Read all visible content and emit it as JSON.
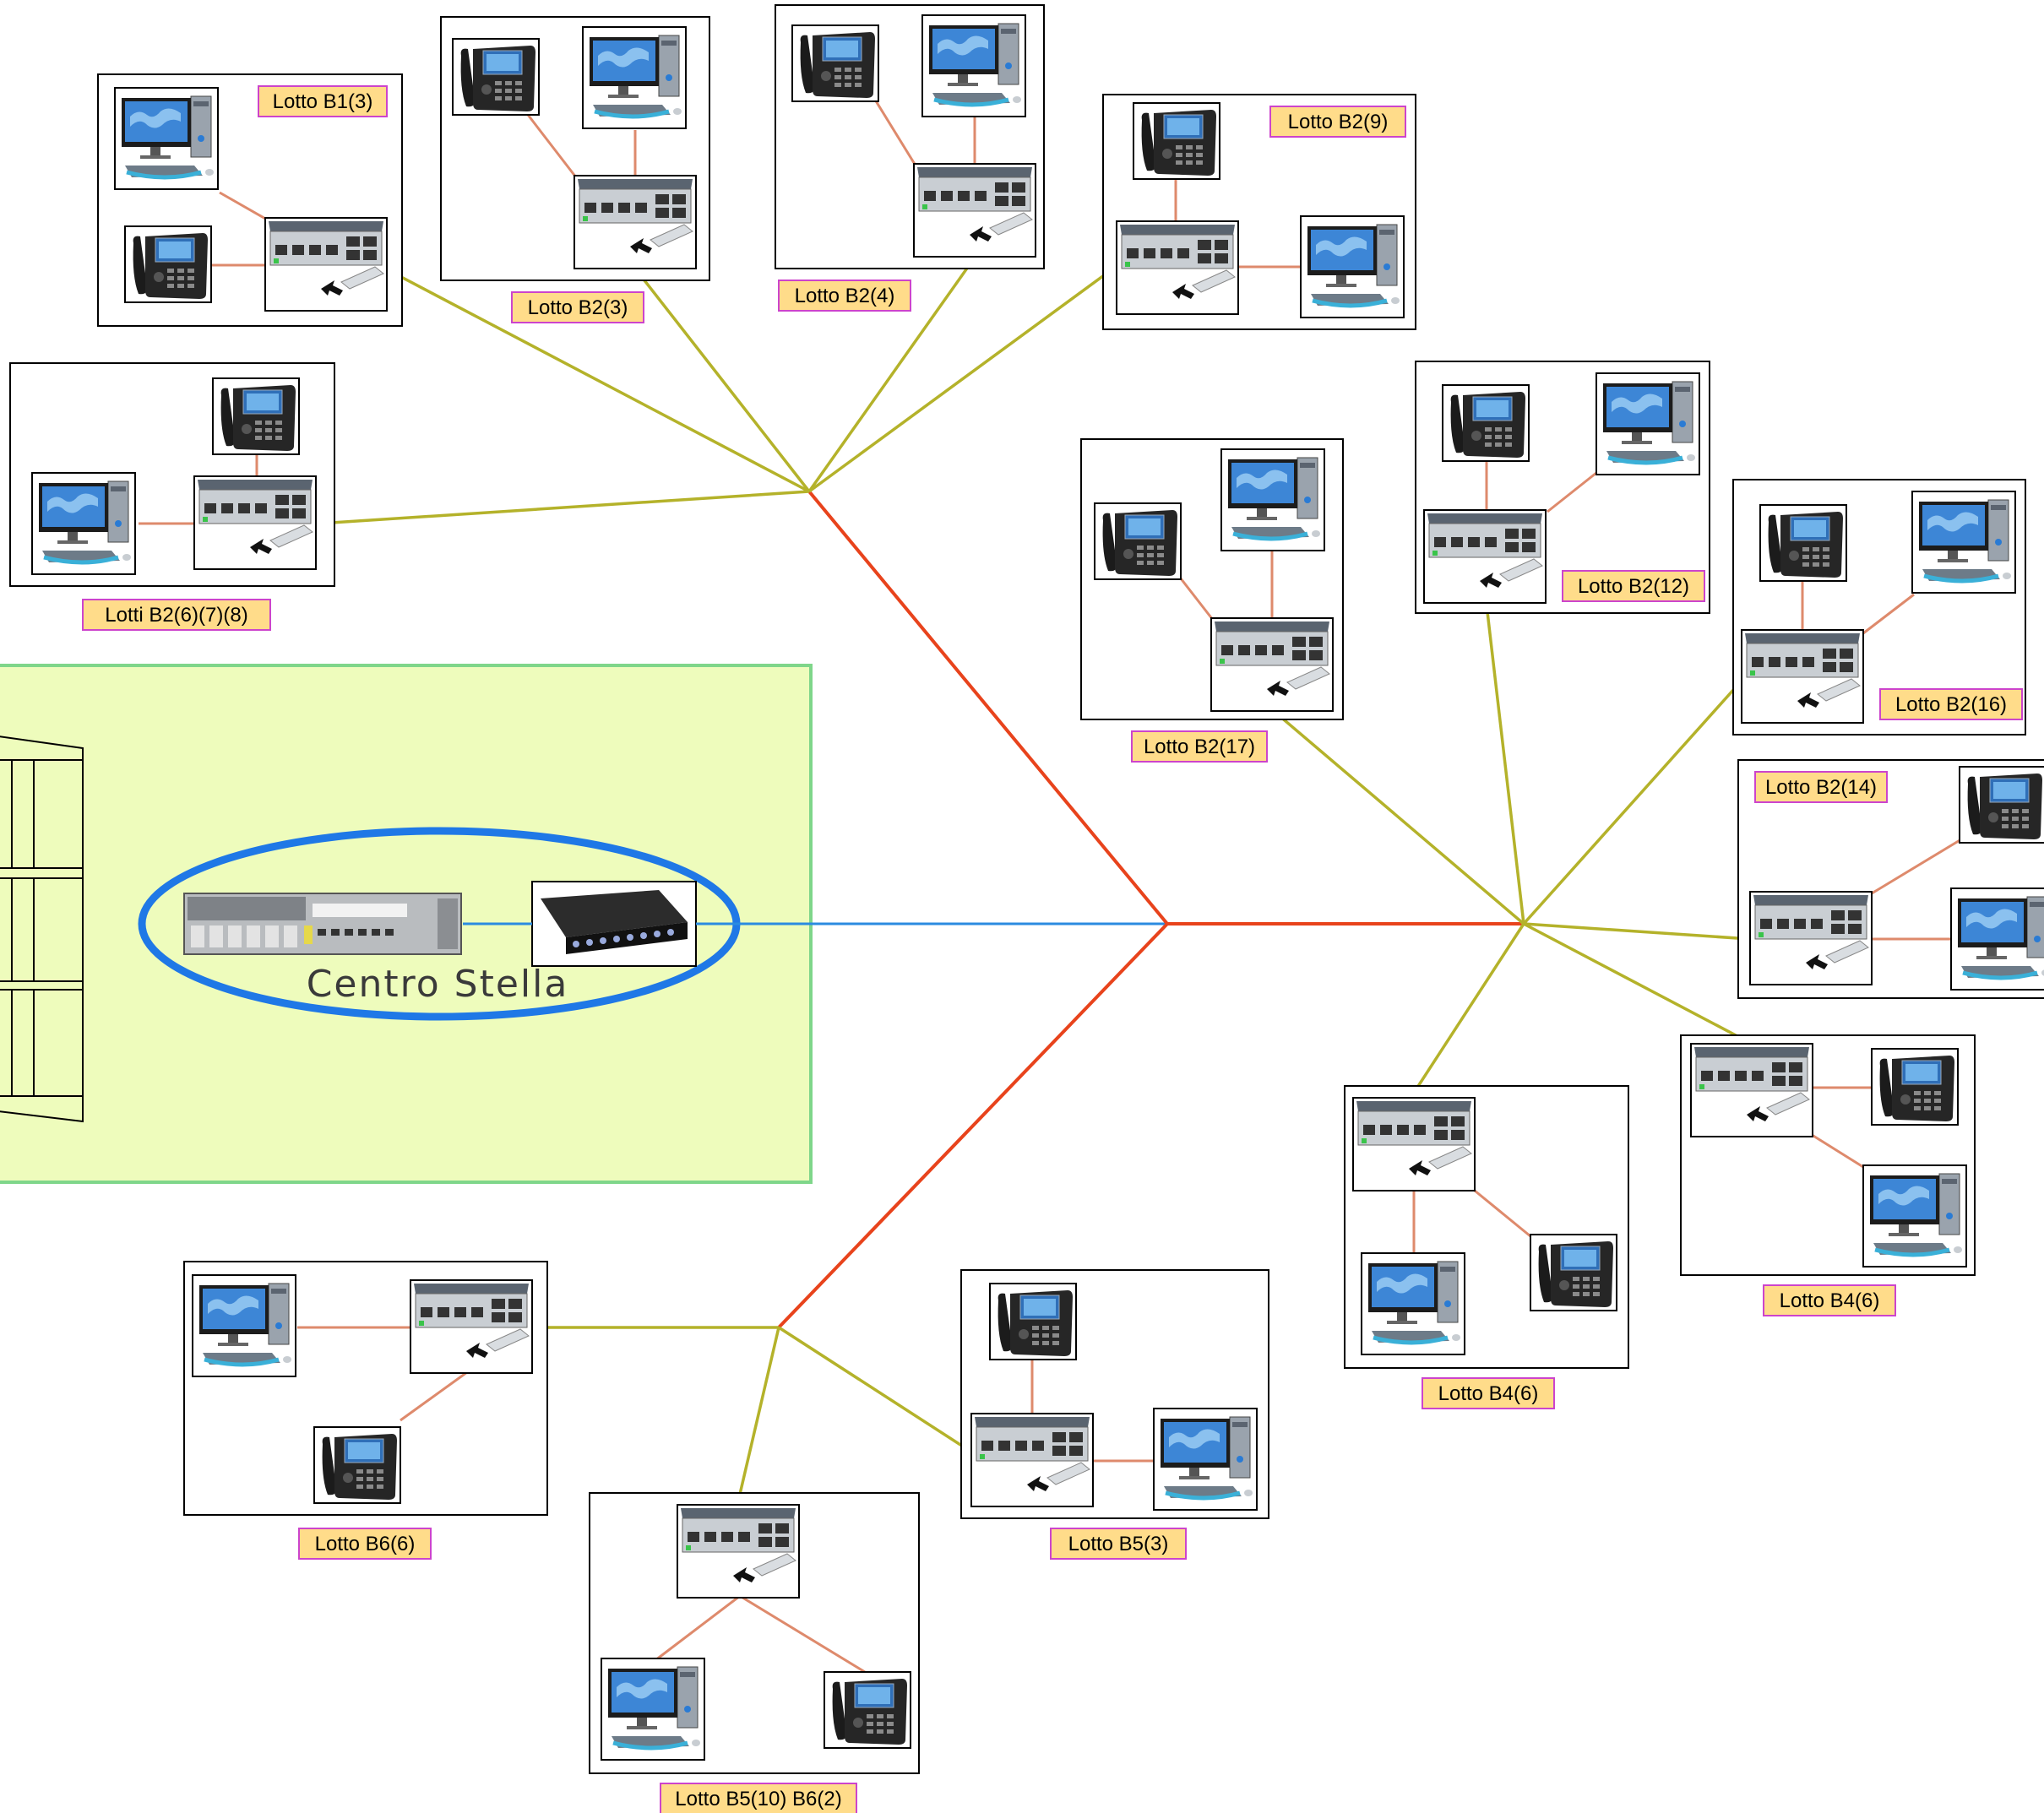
{
  "colors": {
    "background": "#ffffff",
    "zone_fill": "#eefcbc",
    "zone_border": "#7fd68a",
    "backbone": "#e8431c",
    "branch": "#b4b22a",
    "uplink": "#2b8be0",
    "device_link": "#de8a6c",
    "ellipse": "#1f78e6",
    "label_fill": "#ffdc8a",
    "label_border": "#cc44cc"
  },
  "center": {
    "label": "Centro Stella",
    "devices": [
      "router-chassis",
      "fiber-patch-panel"
    ]
  },
  "lots": [
    {
      "id": "lotto-b1-3",
      "label": "Lotto B1(3)"
    },
    {
      "id": "lotto-b2-3",
      "label": "Lotto B2(3)"
    },
    {
      "id": "lotto-b2-4",
      "label": "Lotto B2(4)"
    },
    {
      "id": "lotto-b2-9",
      "label": "Lotto B2(9)"
    },
    {
      "id": "lotti-b2-6-7-8",
      "label": "Lotti B2(6)(7)(8)"
    },
    {
      "id": "lotto-b2-17",
      "label": "Lotto B2(17)"
    },
    {
      "id": "lotto-b2-12",
      "label": "Lotto B2(12)"
    },
    {
      "id": "lotto-b2-16",
      "label": "Lotto B2(16)"
    },
    {
      "id": "lotto-b2-14",
      "label": "Lotto B2(14)"
    },
    {
      "id": "lotto-b4-6-a",
      "label": "Lotto B4(6)"
    },
    {
      "id": "lotto-b4-6-b",
      "label": "Lotto B4(6)"
    },
    {
      "id": "lotto-b6-6",
      "label": "Lotto B6(6)"
    },
    {
      "id": "lotto-b5-3",
      "label": "Lotto B5(3)"
    },
    {
      "id": "lotto-b5-10-b6-2",
      "label": "Lotto B5(10) B6(2)"
    }
  ]
}
